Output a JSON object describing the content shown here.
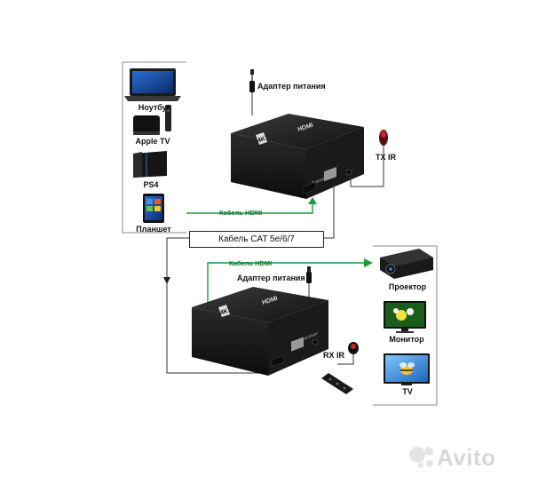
{
  "sources": {
    "laptop": "Ноутбук",
    "apple_tv": "Apple TV",
    "ps4": "PS4",
    "tablet": "Планшет"
  },
  "displays": {
    "projector": "Проектор",
    "monitor": "Монитор",
    "tv": "TV"
  },
  "labels": {
    "power_adapter_top": "Адаптер питания",
    "power_adapter_bottom": "Адаптер питания",
    "tx_ir": "TX IR",
    "rx_ir": "RX IR",
    "hdmi_cable_top": "Кабель HDMI",
    "hdmi_cable_bottom": "Кабель HDMI",
    "cat_cable": "Кабель CAT 5e/6/7"
  },
  "devices": {
    "transmitter_logo": "4K",
    "transmitter_brand": "HDMI",
    "transmitter_side": "Transmitter",
    "receiver_logo": "4K",
    "receiver_brand": "HDMI",
    "receiver_side": "Receiver"
  },
  "watermark": "Avito",
  "colors": {
    "hdmi_cable": "#1a9a3a",
    "device_body": "#1e1e1e",
    "line": "#333333"
  }
}
